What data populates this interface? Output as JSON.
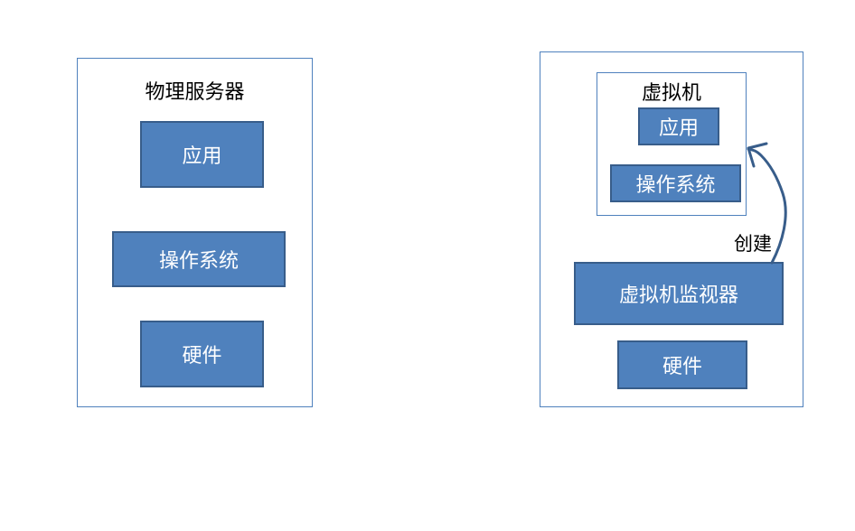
{
  "colors": {
    "box_fill": "#4f81bd",
    "box_border": "#385d8a",
    "frame_border": "#4f81bd",
    "arrow": "#385d8a"
  },
  "physical": {
    "title": "物理服务器",
    "layers": [
      "应用",
      "操作系统",
      "硬件"
    ]
  },
  "virtual": {
    "vm_title": "虚拟机",
    "vm_layers": [
      "应用",
      "操作系统"
    ],
    "hypervisor": "虚拟机监视器",
    "hardware": "硬件",
    "arrow_label": "创建"
  }
}
